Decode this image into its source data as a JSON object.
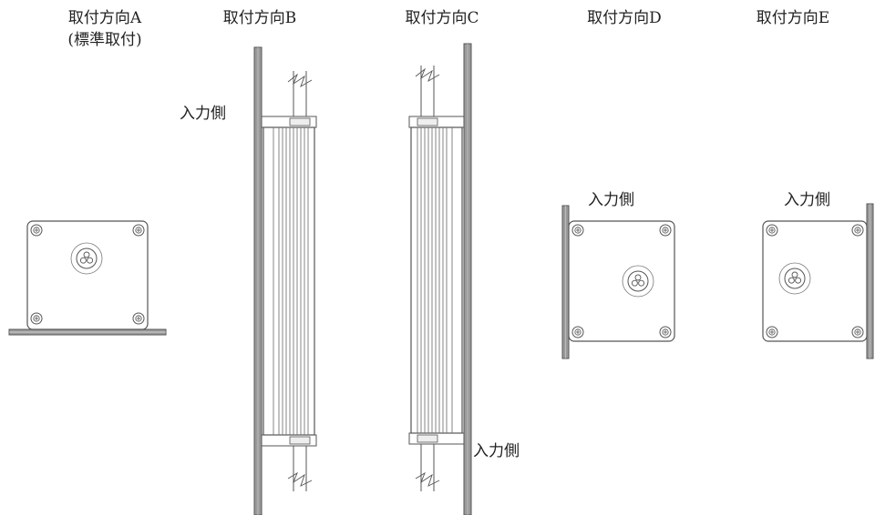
{
  "orientations": [
    {
      "id": "A",
      "title": "取付方向A",
      "subtitle": "(標準取付)"
    },
    {
      "id": "B",
      "title": "取付方向B",
      "input_label": "入力側"
    },
    {
      "id": "C",
      "title": "取付方向C",
      "input_label": "入力側"
    },
    {
      "id": "D",
      "title": "取付方向D",
      "input_label": "入力側"
    },
    {
      "id": "E",
      "title": "取付方向E",
      "input_label": "入力側"
    }
  ],
  "colors": {
    "line": "#555555",
    "plate": "#9a9a9a",
    "body": "#ffffff"
  }
}
